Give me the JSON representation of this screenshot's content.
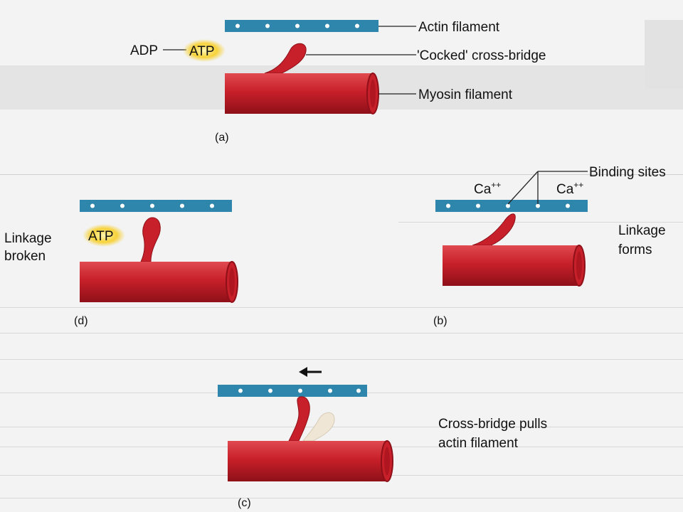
{
  "labels": {
    "actin_filament": "Actin filament",
    "cocked_cross_bridge": "'Cocked' cross-bridge",
    "myosin_filament": "Myosin filament",
    "adp": "ADP",
    "atp": "ATP",
    "binding_sites": "Binding sites",
    "ca": "Ca",
    "ca_charge": "++",
    "linkage_forms_line1": "Linkage",
    "linkage_forms_line2": "forms",
    "linkage_broken_line1": "Linkage",
    "linkage_broken_line2": "broken",
    "pulls_line1": "Cross-bridge pulls",
    "pulls_line2": "actin filament"
  },
  "panels": {
    "a": "(a)",
    "b": "(b)",
    "c": "(c)",
    "d": "(d)"
  },
  "colors": {
    "actin": "#2e86ad",
    "actin_dot": "#ffffff",
    "myosin": "#c8202a",
    "myosin_dark": "#8e1018",
    "myosin_light": "#e04a50",
    "atp_glow": "#f7d23a",
    "faded_bridge": "#efe6d6",
    "leader": "#222222",
    "background": "#f3f3f3"
  }
}
